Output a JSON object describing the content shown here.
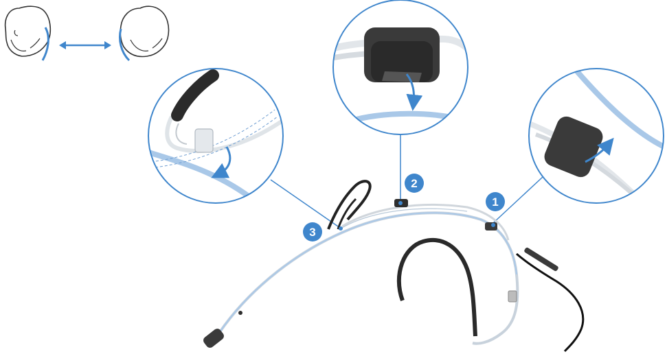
{
  "diagram": {
    "step_labels": [
      "1",
      "2",
      "3"
    ],
    "accent_color": "#3f86cc",
    "light_blue": "#a9c8e8",
    "dark_part_color": "#2e2e2e",
    "icons": [
      "head-orientation-icon",
      "double-arrow-icon",
      "clip-detail-icon",
      "rotate-arrow-icon"
    ]
  }
}
